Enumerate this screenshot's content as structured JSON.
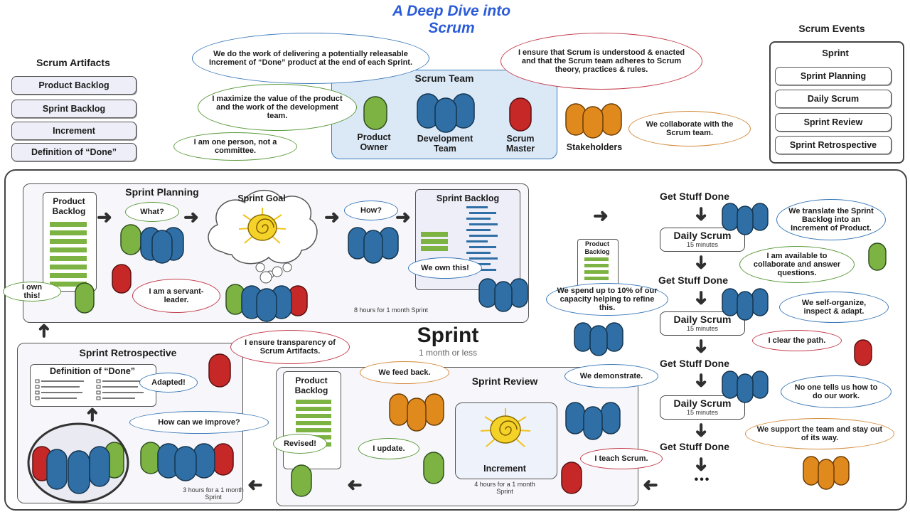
{
  "title_line1": "A Deep Dive into",
  "title_line2": "Scrum",
  "artifacts": {
    "heading": "Scrum Artifacts",
    "items": [
      "Product Backlog",
      "Sprint Backlog",
      "Increment",
      "Definition of “Done”"
    ]
  },
  "events": {
    "heading": "Scrum Events",
    "items": [
      "Sprint",
      "Sprint Planning",
      "Daily Scrum",
      "Sprint Review",
      "Sprint Retrospective"
    ]
  },
  "team": {
    "heading": "Scrum Team",
    "product_owner": "Product Owner",
    "development_team": "Development Team",
    "scrum_master": "Scrum Master",
    "stakeholders": "Stakeholders"
  },
  "top_bubbles": {
    "dev_team": "We do the work of delivering a potentially releasable Increment of “Done” product at the end of each Sprint.",
    "scrum_master": "I ensure that Scrum is understood & enacted and that the Scrum team adheres to Scrum theory, practices & rules.",
    "po_value": "I maximize the value of the product and the work of the development team.",
    "po_person": "I am one person, not a committee.",
    "stakeholders": "We collaborate with the Scrum team."
  },
  "planning": {
    "product_backlog": "Product Backlog",
    "heading": "Sprint Planning",
    "what": "What?",
    "sprint_goal": "Sprint Goal",
    "how": "How?",
    "sprint_backlog": "Sprint Backlog",
    "we_own": "We own this!",
    "i_own": "I own this!",
    "servant": "I am a servant-leader.",
    "timebox": "8 hours for 1 month Sprint"
  },
  "refinement": {
    "product_backlog": "Product Backlog",
    "bubble": "We spend up to 10% of our capacity helping to refine this."
  },
  "sprint": {
    "label": "Sprint",
    "duration": "1 month or less"
  },
  "daily": {
    "get_stuff_done": "Get Stuff Done",
    "daily_scrum": "Daily Scrum",
    "minutes": "15 minutes",
    "translate": "We translate the Sprint Backlog into an Increment of Product.",
    "available": "I am available to collaborate and answer questions.",
    "self_organize": "We self-organize, inspect & adapt.",
    "clear_path": "I clear the path.",
    "no_one": "No one tells us how to do our work.",
    "support": "We support the team and stay out of its way.",
    "ellipsis": "•••"
  },
  "review": {
    "heading": "Sprint Review",
    "product_backlog": "Product Backlog",
    "feed_back": "We feed back.",
    "demonstrate": "We demonstrate.",
    "revised": "Revised!",
    "update": "I update.",
    "teach": "I teach Scrum.",
    "increment": "Increment",
    "timebox": "4 hours for a 1 month Sprint"
  },
  "retro": {
    "heading": "Sprint Retrospective",
    "dod": "Definition of “Done”",
    "adapted": "Adapted!",
    "improve": "How can we improve?",
    "transparency": "I ensure transparency of Scrum Artifacts.",
    "timebox": "3 hours for a 1 month Sprint"
  },
  "colors": {
    "dev_blue": "#2f6fa6",
    "po_green": "#7cb342",
    "sm_red": "#c62828",
    "stake_orange": "#e08a1e",
    "title_blue": "#2a5bd8"
  }
}
